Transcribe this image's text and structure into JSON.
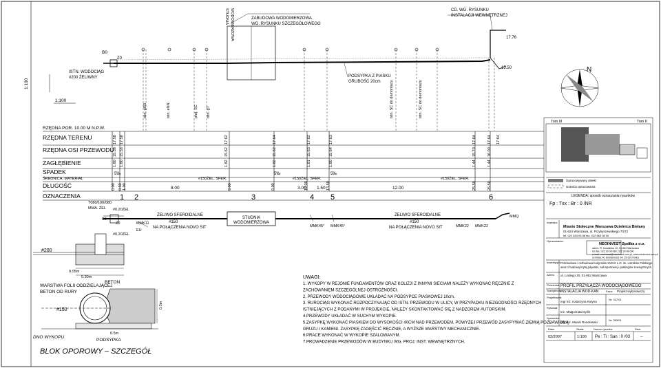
{
  "profile": {
    "scale_top": "1:100",
    "scale_mid": "1:100",
    "ref_level": "RZĘDNA POR. 10.00 M N.P.W.",
    "existing_pipe": [
      "ISTN. WODOCIĄG",
      "#200 ŻELIWNY"
    ],
    "pipe_code_b0": "B0",
    "pipe_code_z0": "Z0",
    "building_label": [
      "ZABUDOWA WODOMIERZOWA",
      "WG. RYSUNKU SZCZEGÓŁOWEGO"
    ],
    "well_label": [
      "STUDNIA",
      "WODOMIERZOWA"
    ],
    "sand_label": [
      "PODSYPKA Z PIASKU",
      "GRUBOŚĆ 20cm"
    ],
    "install_label": [
      "CD. WG. RYSUNKU",
      "INSTALACJI WEWNĘTRZNEJ"
    ],
    "level_1776": "17.76",
    "level_1550": "15.50",
    "vertical_labels": [
      "istn. gl50",
      "istn. eNN",
      "proj. SC",
      "istn. g?",
      "istn. SC do demontażu",
      "istn. SC do demontażu"
    ]
  },
  "table": {
    "rows": [
      "RZĘDNA TERENU",
      "RZĘDNA OSI PRZEWODU",
      "ZAGŁĘBIENIE",
      "SPADEK",
      "ŚREDNICA, MATERIAŁ",
      "DŁUGOŚĆ",
      "OZNACZENIA"
    ],
    "terrain": [
      "17.58",
      "17.58",
      "17.62",
      "17.64",
      "17.62",
      "17.63",
      "17.64",
      "17.64",
      "17.64"
    ],
    "axis": [
      "15.58",
      "15.58",
      "15.62",
      "15.62",
      "15.63",
      "15.64",
      "15.70",
      "16.00"
    ],
    "depth": [
      "1.80",
      "1.80",
      "1.82",
      "1.82",
      "1.81",
      "1.80",
      "1.44",
      "1.44"
    ],
    "slope": [
      "5‰",
      "5‰",
      "5‰"
    ],
    "diameter": [
      "#150ŻEL. SFER.",
      "#150ŻEL. SFER.",
      "#150ŻEL. SFER."
    ],
    "length_vertical": [
      "0.00",
      "0.50",
      "1.00",
      "9.00",
      "9.00",
      "12.00",
      "13.50",
      "25.50",
      "26.50"
    ],
    "length_segments": [
      "8.00",
      "3.00",
      "1.50",
      "12.00"
    ],
    "marks": [
      "1",
      "2",
      "3",
      "4",
      "5",
      "6"
    ]
  },
  "plan": {
    "pipe_small": [
      "ŻELIWO SFEROIDALNE",
      "#150",
      "NA POŁĄCZENIA NOVO SIT"
    ],
    "pipe_small_right": [
      "ŻELIWO SFEROIDALNE",
      "#150",
      "NA POŁĄCZENIA NOVO SIT"
    ],
    "well": [
      "STUDNIA",
      "WODOMIERZOWA"
    ],
    "codes": [
      "#0.20ŻEL",
      "#0.20ŻEL",
      "MMK11",
      "EU",
      "MMK45°",
      "MMK45°",
      "MMK22",
      "MMK22",
      "MMQ",
      "B0",
      "Z0",
      "T080/100/080",
      "MMA. ŻEL"
    ]
  },
  "detail": {
    "pipe_200": "#200",
    "pipe_150": "#150",
    "dims": [
      "0.05m",
      "0.30m",
      "0.3m",
      "0.5m"
    ],
    "labels": [
      "WARSTWA FOLII ODDZIELAJĄCEJ",
      "BETON OD RURY",
      "BETON",
      "PODSYPKA",
      "DNO WYKOPU"
    ],
    "title": "BLOK OPOROWY – SZCZEGÓŁ"
  },
  "notes": {
    "head": "UWAGI:",
    "lines": [
      "1. WYKOPY W REJONIE FUNDAMENTÓW ORAZ KOLIZJI Z INNYMI SIECIAMI NALEŻY WYKONAĆ RĘCZNIE Z",
      "ZACHOWANIEM SZCZEGÓLNEJ OSTROŻNOŚCI.",
      "2. PRZEWODY WODOCIĄGOWE UKŁADAĆ NA PODSYPCE PIASKOWEJ 10cm.",
      "3. RUROCIĄG WYKONAĆ ROZPOCZYNAJĄC OD ISTN. PRZEWODU W ULICY, W PRZYPADKU NIEZGODNOŚCI RZĘDNYCH",
      "ISTNIEJĄCYCH Z PODANYMI W PROJEKCIE, NALEŻY SKONTAKTOWAĆ SIĘ Z NADZOREM AUTORSKIM.",
      "4.PRZEWODY UKŁADAĆ W SUCHYM WYKOPIE.",
      "5.ZASYPKĘ WYKONAĆ PIASKIEM DO WYSOKOŚCI 40CM NAD PRZEWODEM, POWYŻEJ PRZEWÓD ZASYPYWAĆ ZIEMIĄ POZBAWIONĄ",
      "GRUZU I KAMIENI. ZASYPKĘ ZAGĘŚCIĆ RĘCZNIE, A WYŻSZE WARSTWY MECHANICZNIE.",
      "6.PRACE WYKONAĆ W WYKOPIE SZALOWANYM.",
      "7.PROWADZENIE PRZEWODÓW W BUDYNKU WG. PROJ. INST. WEWNĘTRZNYCH."
    ]
  },
  "titleblock": {
    "tom_left": "Tom III",
    "tom_right": "Tom II",
    "north": "N",
    "legend_title": "LEGENDA: sposób oznaczania rysunków",
    "legend_items": [
      "Opracowywany obiekt",
      "Granica opracowania"
    ],
    "code": "Fp : Txx : Br : 0 /NR",
    "investor_label": "Inwestor:",
    "investor": [
      "Miasto Stołeczne Warszawa Dzielnica Bielany",
      "01-624 Warszawa, ul. Przybyszewskiego 70/72",
      "tel. 022 834 05 86 fax. 022 663 08 00"
    ],
    "designer_label": "Opracowanie:",
    "designer_name": "NEOINVEST Spółka z o.o.",
    "designer_addr": [
      "adres: Pl. Inwalidów 10, 01-552 Warszawa",
      "tel./fax: 022 39 08 080, 022 39 08 090",
      "e-mail: neoinvest@neoinvest.com.pl, www.neoinvest.com.pl",
      "centrala: Al. Solidarności 34, 25-323 Kielce"
    ],
    "inv_label": "Inwestycja:",
    "inv": [
      "Przebudowa i rozbudowa budynków XXXIX L.O. im. Lotników Polskiego",
      "wraz z budową krytej pływalni, sali sportowej i parkingów zewnętrznych"
    ],
    "addr_label": "Adres:",
    "addr": "ul. Lindego 20, 01-952 Warszawa",
    "drawing_label": "Przedmiot:",
    "drawing": "PROFIL PRZYŁĄCZA WODOCIĄGOWEGO",
    "spec_label": "Specjalność:",
    "spec": "INSTALACJA WOD-KAN",
    "phase_label": "Faza:",
    "phase": "Projekt wykonawczy",
    "designer_role": "Projektował:",
    "designer_person": "mgr inż. Katarzyna Kutyna",
    "designer_no": "Nr: 317/01",
    "drew_role": "Rysował:",
    "drew_person": "Inż. Małgorzata Dyrlik",
    "checker_role": "Sprawdził:",
    "checker_person": "mgr inż. Marek Rosołowski",
    "checker_no": "Nr: 283/01",
    "date_label": "Data:",
    "date": "02/2007",
    "scale_label": "Skala:",
    "scale": "1:100",
    "number_label": "Numer rysunku:",
    "number": "Pe : Ti : San : 0 /03",
    "rev_label": "Rew.",
    "rev": "–"
  }
}
